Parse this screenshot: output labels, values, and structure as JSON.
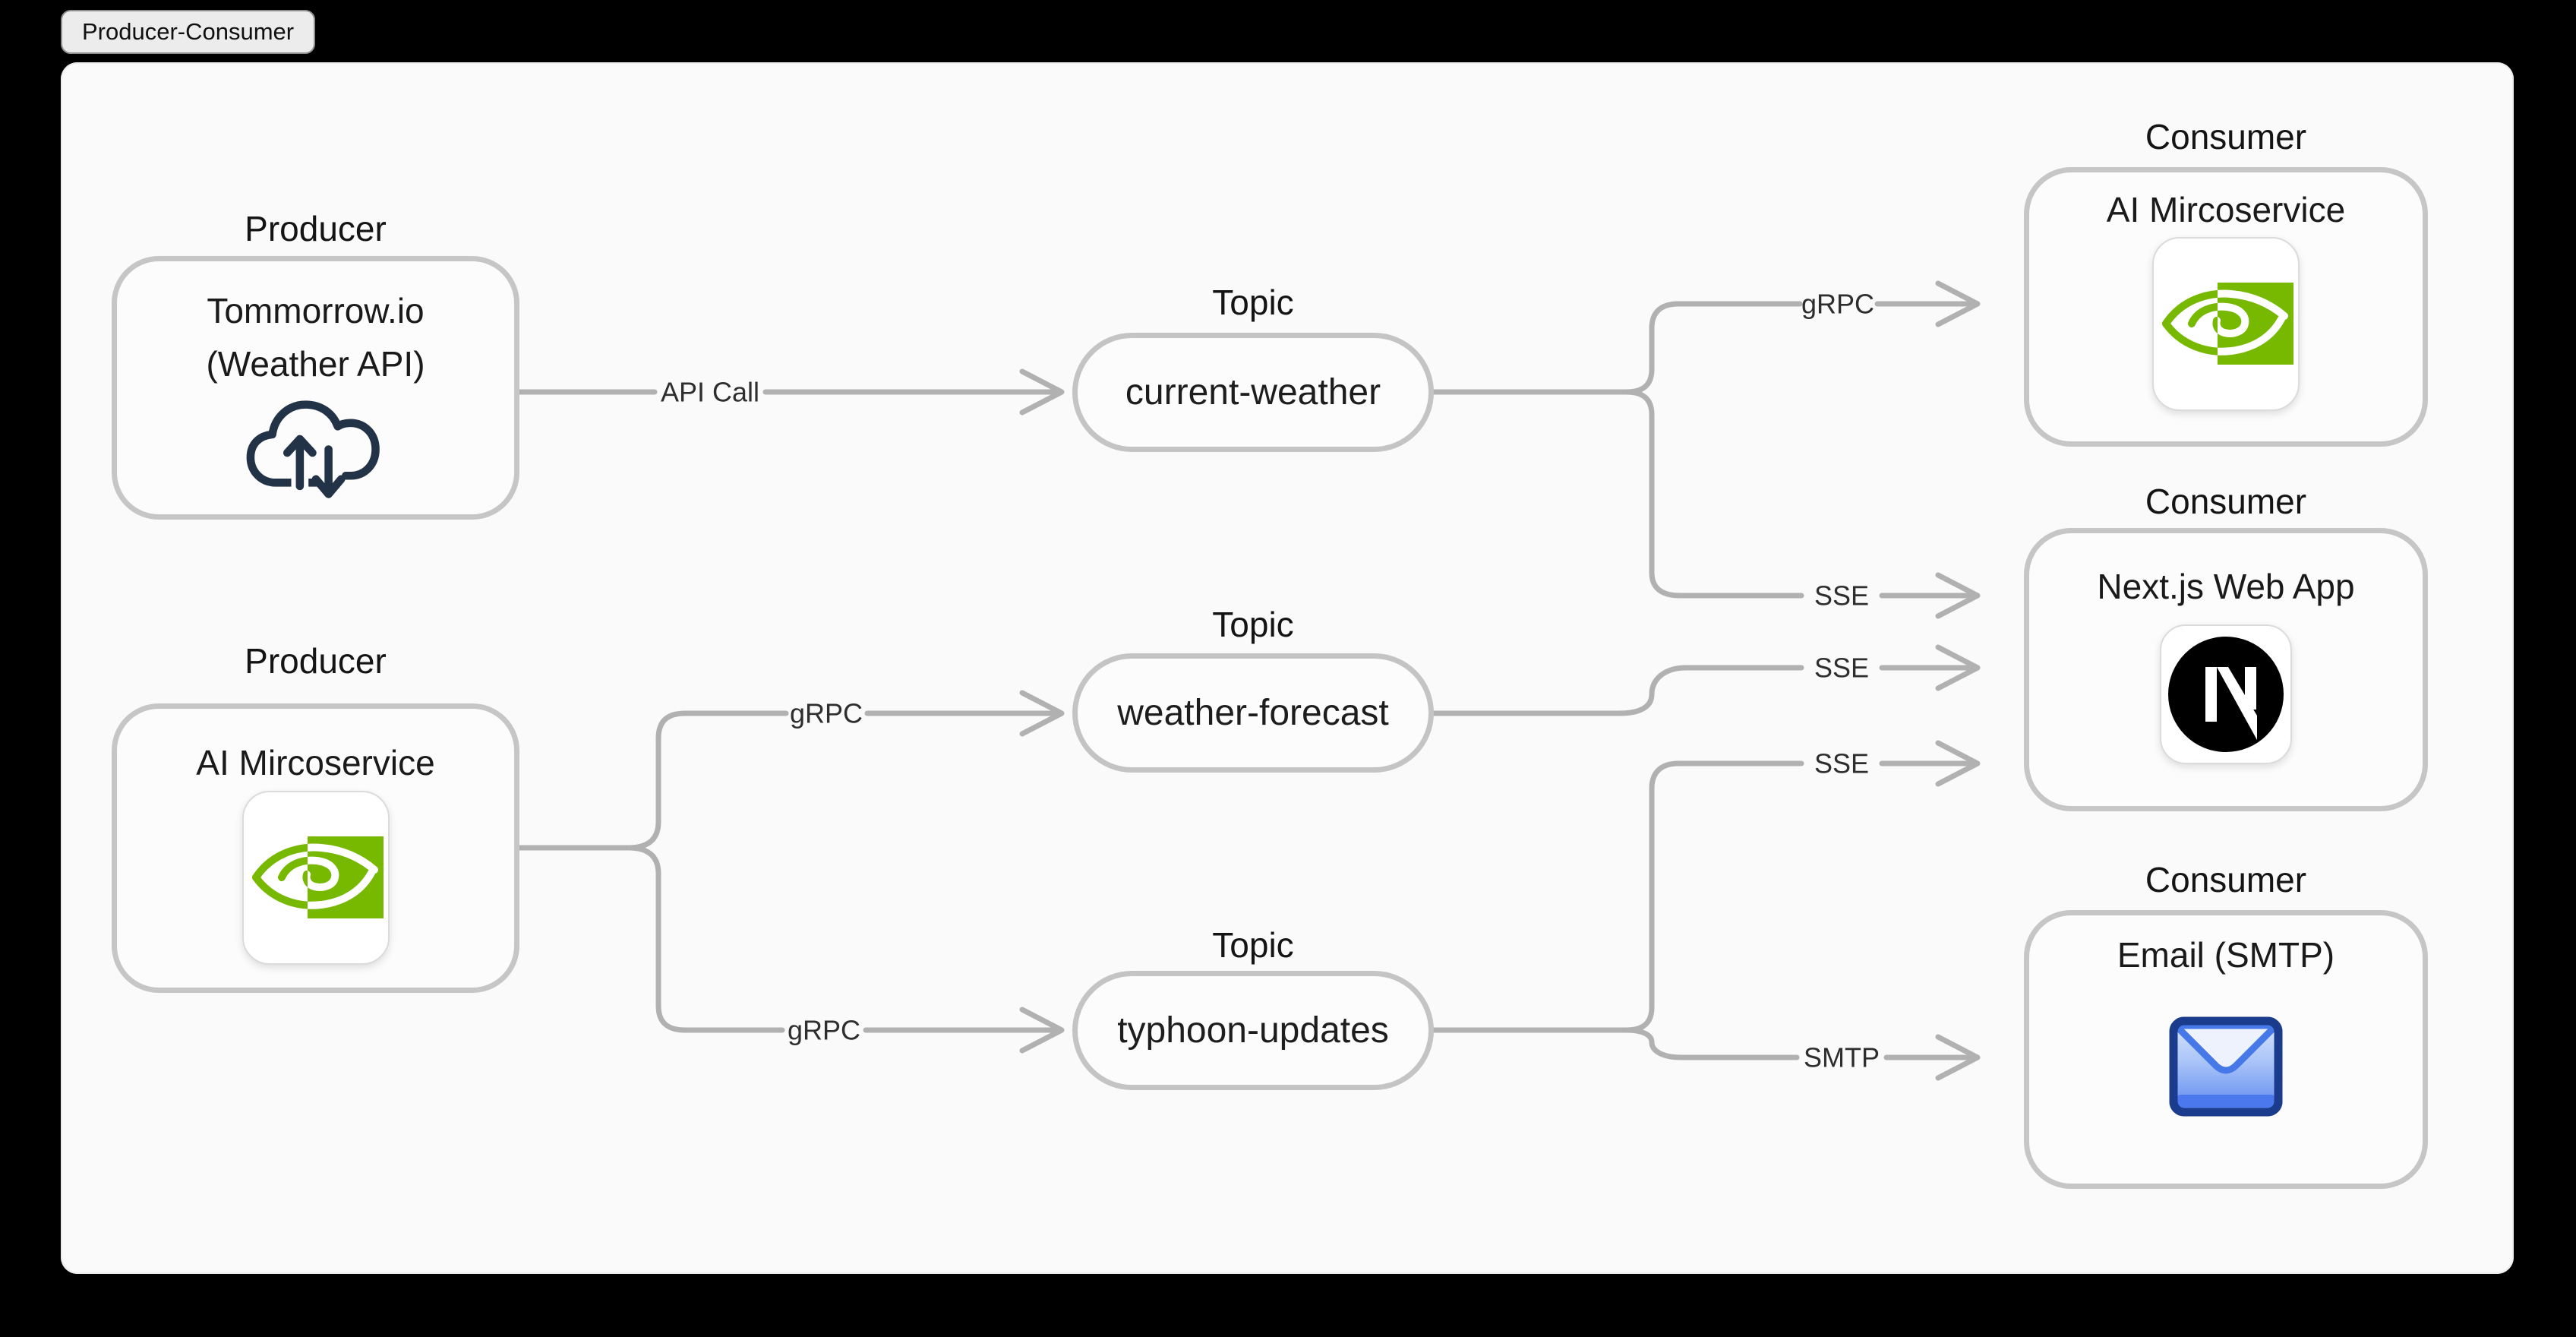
{
  "tab": {
    "label": "Producer-Consumer"
  },
  "nodes": {
    "producer1": {
      "group_label": "Producer",
      "line1": "Tommorrow.io",
      "line2": "(Weather API)",
      "icon": "cloud-sync-icon"
    },
    "producer2": {
      "group_label": "Producer",
      "title": "AI Mircoservice",
      "icon": "nvidia-icon"
    },
    "topic1": {
      "group_label": "Topic",
      "title": "current-weather"
    },
    "topic2": {
      "group_label": "Topic",
      "title": "weather-forecast"
    },
    "topic3": {
      "group_label": "Topic",
      "title": "typhoon-updates"
    },
    "consumer1": {
      "group_label": "Consumer",
      "title": "AI Mircoservice",
      "icon": "nvidia-icon"
    },
    "consumer2": {
      "group_label": "Consumer",
      "title": "Next.js Web App",
      "icon": "nextjs-icon"
    },
    "consumer3": {
      "group_label": "Consumer",
      "title": "Email (SMTP)",
      "icon": "email-envelope-icon"
    }
  },
  "edges": [
    {
      "from": "Tommorrow.io (Weather API)",
      "to": "current-weather",
      "label": "API Call"
    },
    {
      "from": "AI Mircoservice (producer)",
      "to": "weather-forecast",
      "label": "gRPC"
    },
    {
      "from": "AI Mircoservice (producer)",
      "to": "typhoon-updates",
      "label": "gRPC"
    },
    {
      "from": "current-weather",
      "to": "AI Mircoservice (consumer)",
      "label": "gRPC"
    },
    {
      "from": "current-weather",
      "to": "Next.js Web App",
      "label": "SSE"
    },
    {
      "from": "weather-forecast",
      "to": "Next.js Web App",
      "label": "SSE"
    },
    {
      "from": "typhoon-updates",
      "to": "Next.js Web App",
      "label": "SSE"
    },
    {
      "from": "typhoon-updates",
      "to": "Email (SMTP)",
      "label": "SMTP"
    }
  ],
  "colors": {
    "page_background": "#000000",
    "canvas_background": "#FAFAFA",
    "node_border": "#C6C6C6",
    "edge_line": "#B1B1B1",
    "text": "#1A1A1A",
    "nvidia_green": "#76B900",
    "nextjs_black": "#000000",
    "email_blue": "#4678E8",
    "cloud_navy": "#233347"
  }
}
